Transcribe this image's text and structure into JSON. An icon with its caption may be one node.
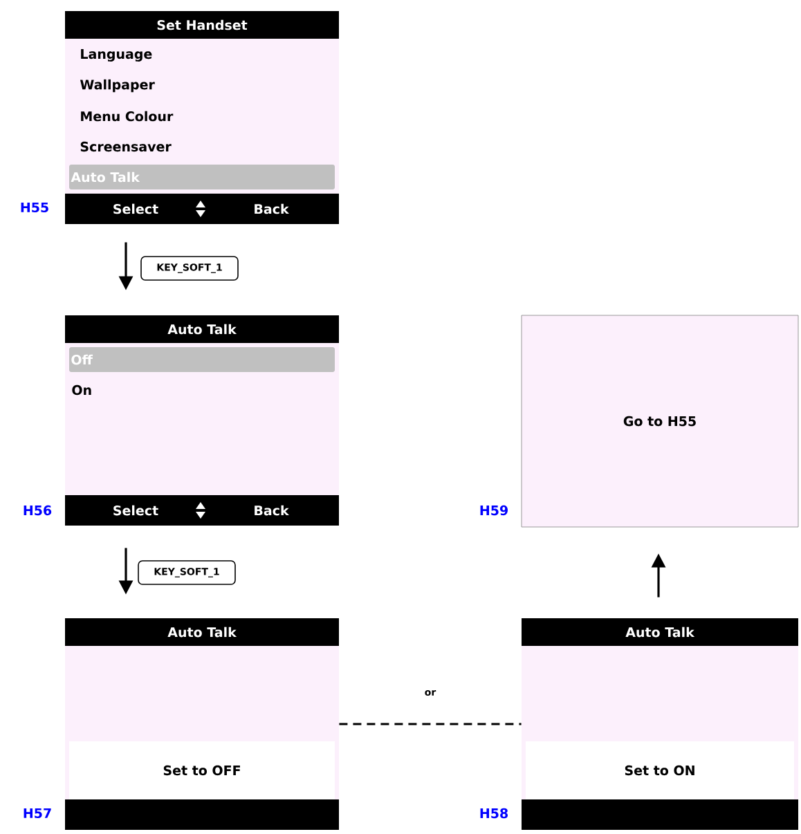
{
  "diagram": {
    "nodes": [
      {
        "text": [
          "Set Handset",
          "Language",
          "Wallpaper",
          "Menu Colour",
          "Screensaver",
          "Auto Talk",
          "Select",
          "Back"
        ],
        "beside": [
          "H55"
        ]
      },
      {
        "text": [
          "Auto Talk",
          "Off",
          "On",
          "Select",
          "Back"
        ],
        "beside": [
          "H56"
        ]
      },
      {
        "text": [
          "Auto Talk",
          "Set to OFF"
        ],
        "beside": [
          "H57"
        ]
      },
      {
        "text": [
          "Auto Talk",
          "Set to ON"
        ],
        "beside": [
          "H58"
        ]
      },
      {
        "text": [
          "Go to H55"
        ],
        "beside": [
          "H59"
        ]
      }
    ],
    "edges": [
      {
        "from": 0,
        "to": 1,
        "arrow": "to",
        "label": "KEY_SOFT_1"
      },
      {
        "from": 1,
        "to": 2,
        "arrow": "to",
        "label": "KEY_SOFT_1"
      },
      {
        "from": 2,
        "to": 3,
        "arrow": "none",
        "label": "or",
        "style": "dashed"
      },
      {
        "from": 3,
        "to": 4,
        "arrow": "to"
      }
    ]
  }
}
